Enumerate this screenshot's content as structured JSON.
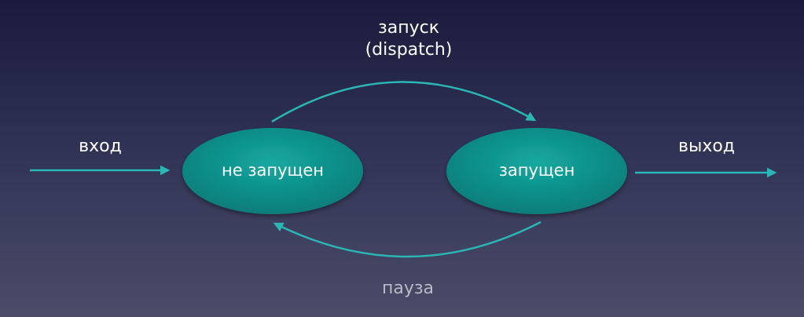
{
  "labels": {
    "dispatch_line1": "запуск",
    "dispatch_line2": "(dispatch)",
    "input": "вход",
    "output": "выход",
    "pause": "пауза"
  },
  "nodes": {
    "not_running": "не запущен",
    "running": "запущен"
  },
  "colors": {
    "node_fill": "#0f9a94",
    "arrow": "#2bb5b5",
    "pause_text": "#b9bac6"
  }
}
